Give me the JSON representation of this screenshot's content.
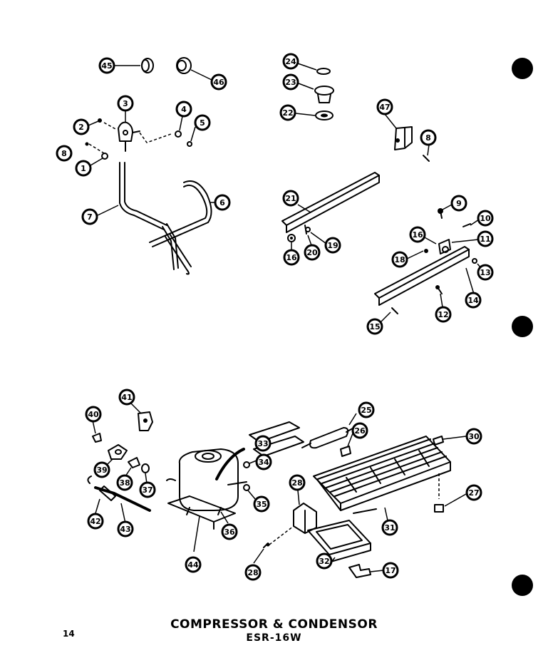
{
  "title": {
    "line1": "COMPRESSOR & CONDENSOR",
    "line2": "ESR-16W"
  },
  "page_number": "14",
  "callouts": [
    "45",
    "46",
    "24",
    "23",
    "22",
    "47",
    "8",
    "3",
    "2",
    "4",
    "5",
    "8",
    "1",
    "7",
    "6",
    "21",
    "9",
    "10",
    "16",
    "11",
    "18",
    "13",
    "14",
    "12",
    "15",
    "16",
    "20",
    "19",
    "41",
    "40",
    "25",
    "26",
    "30",
    "33",
    "34",
    "39",
    "38",
    "37",
    "28",
    "27",
    "42",
    "43",
    "35",
    "31",
    "36",
    "44",
    "32",
    "28",
    "17"
  ]
}
